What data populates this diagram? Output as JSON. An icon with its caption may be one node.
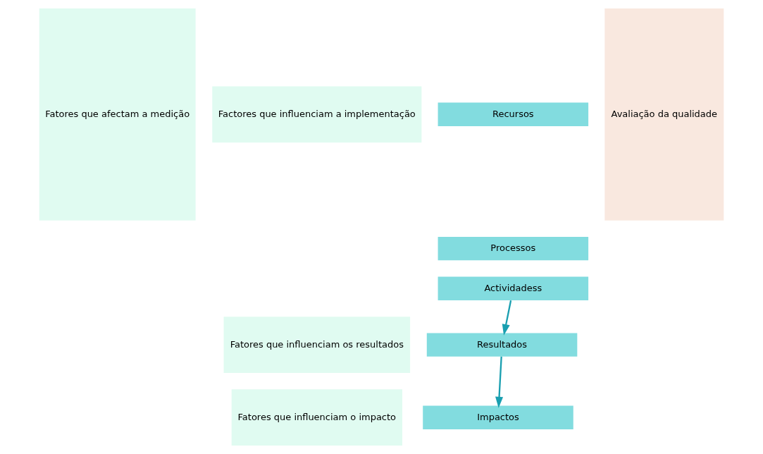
{
  "diagram": {
    "nodes": [
      {
        "text": [
          "Fatores que afectam a medição"
        ]
      },
      {
        "text": [
          "Factores que influenciam a implementação"
        ]
      },
      {
        "text": [
          "Recursos"
        ]
      },
      {
        "text": [
          "Processos"
        ]
      },
      {
        "text": [
          "Actividadess"
        ]
      },
      {
        "text": [
          "Fatores que influenciam os resultados"
        ]
      },
      {
        "text": [
          "Resultados"
        ]
      },
      {
        "text": [
          "Fatores que influenciam o impacto"
        ]
      },
      {
        "text": [
          "Impactos"
        ]
      },
      {
        "text": [
          "Avaliação da qualidade"
        ]
      }
    ],
    "edges": [
      {
        "from": 4,
        "to": 6,
        "arrow": "to"
      },
      {
        "from": 6,
        "to": 8,
        "arrow": "to"
      }
    ]
  }
}
